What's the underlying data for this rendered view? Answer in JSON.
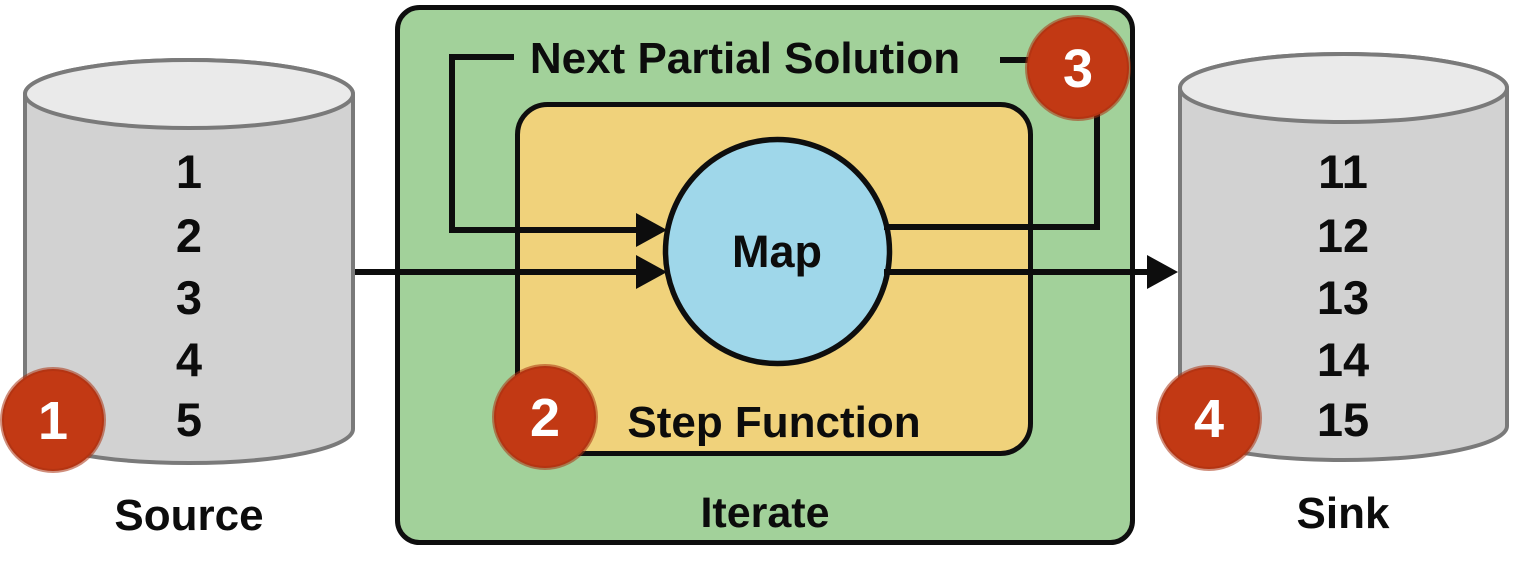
{
  "source": {
    "label": "Source",
    "badge": "1",
    "values": [
      "1",
      "2",
      "3",
      "4",
      "5"
    ]
  },
  "iterate": {
    "label": "Iterate"
  },
  "step_function": {
    "label": "Step Function",
    "badge": "2"
  },
  "map": {
    "label": "Map"
  },
  "feedback": {
    "label": "Next Partial Solution",
    "badge": "3"
  },
  "sink": {
    "label": "Sink",
    "badge": "4",
    "values": [
      "11",
      "12",
      "13",
      "14",
      "15"
    ]
  },
  "colors": {
    "iterate_green": "#A2D19A",
    "step_yellow": "#F0D27B",
    "map_blue": "#9FD7EA",
    "badge_red": "#C23914",
    "badge_text": "#FFFFFF",
    "cylinder_body": "#D2D2D2",
    "cylinder_top": "#EAEAEA",
    "cylinder_stroke": "#7A7A7A",
    "line_black": "#0D0D0D"
  }
}
